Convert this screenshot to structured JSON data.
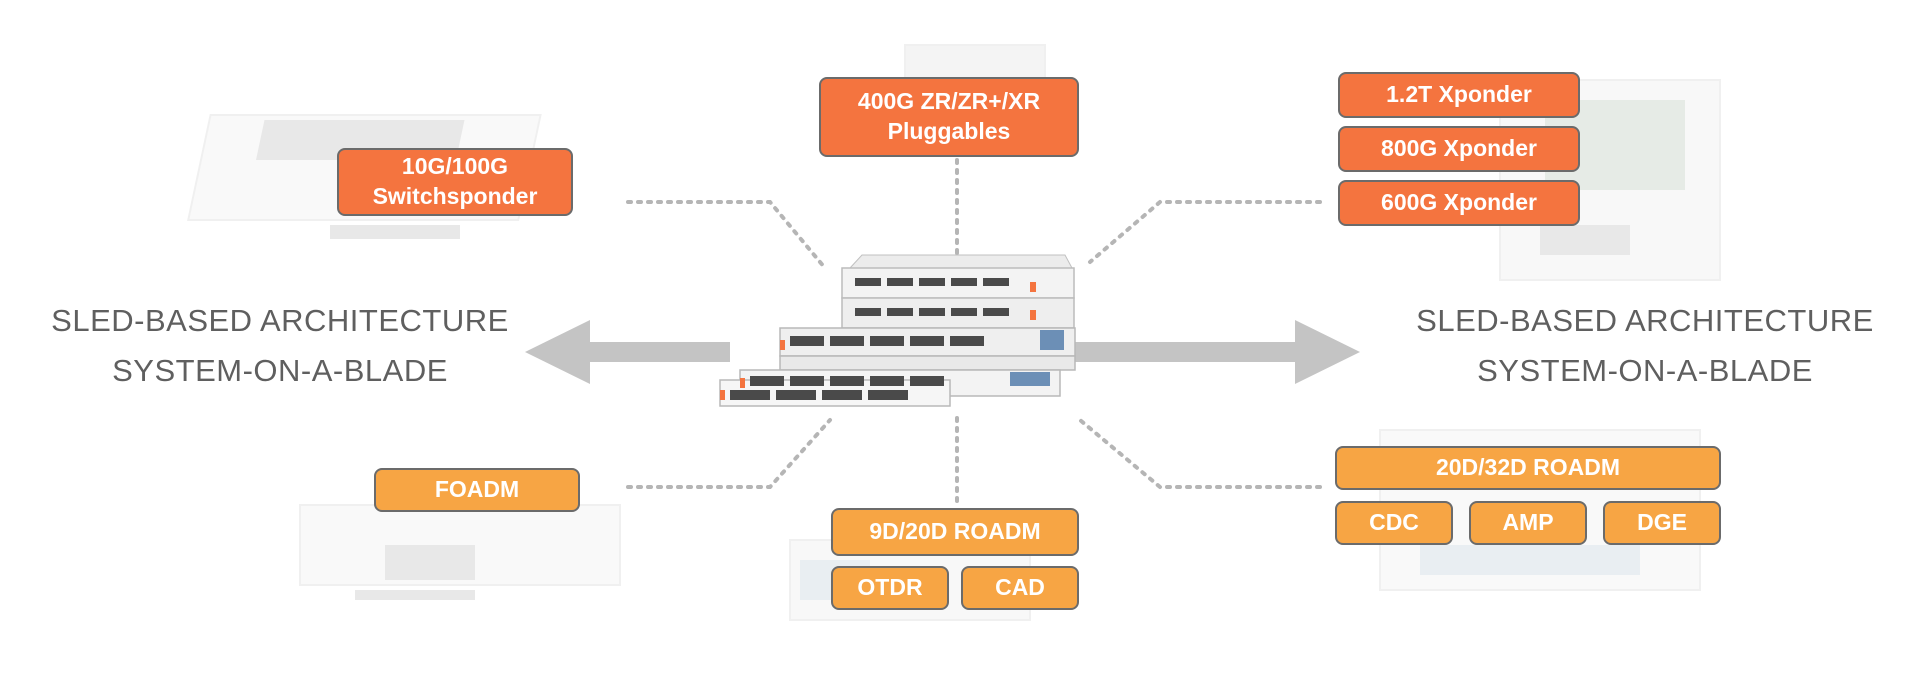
{
  "left_heading": {
    "line1": "SLED-BASED ARCHITECTURE",
    "line2": "SYSTEM-ON-A-BLADE"
  },
  "right_heading": {
    "line1": "SLED-BASED ARCHITECTURE",
    "line2": "SYSTEM-ON-A-BLADE"
  },
  "modules": {
    "switchsponder": {
      "line1": "10G/100G",
      "line2": "Switchsponder"
    },
    "pluggables": {
      "line1": "400G ZR/ZR+/XR",
      "line2": "Pluggables"
    },
    "xponder_1_2t": "1.2T Xponder",
    "xponder_800g": "800G Xponder",
    "xponder_600g": "600G Xponder",
    "foadm": "FOADM",
    "roadm_9d_20d": "9D/20D ROADM",
    "otdr": "OTDR",
    "cad": "CAD",
    "roadm_20d_32d": "20D/32D ROADM",
    "cdc": "CDC",
    "amp": "AMP",
    "dge": "DGE"
  },
  "colors": {
    "accent_red": "#f4743f",
    "accent_orange": "#f7a544",
    "box_border": "#6b6b6b",
    "arrow": "#c4c4c4",
    "dotted_line": "#b5b5b5",
    "heading_text": "#5f5f5f"
  }
}
